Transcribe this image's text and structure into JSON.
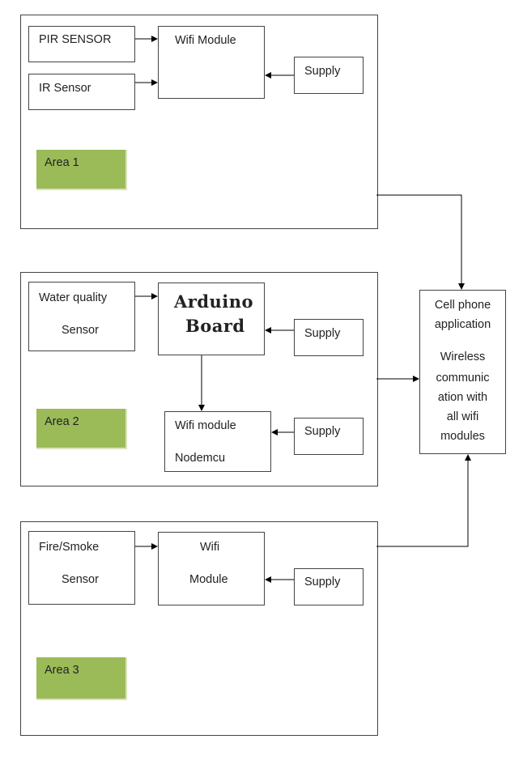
{
  "area1": {
    "label": "Area 1",
    "pir_sensor": "PIR SENSOR",
    "ir_sensor": "IR Sensor",
    "wifi_module": "Wifi Module",
    "supply": "Supply"
  },
  "area2": {
    "label": "Area 2",
    "sensor_line1": "Water quality",
    "sensor_line2": "Sensor",
    "board_line1": "Arduino",
    "board_line2": "Board",
    "supply_board": "Supply",
    "wifi_line1": "Wifi module",
    "wifi_line2": "Nodemcu",
    "supply_wifi": "Supply"
  },
  "area3": {
    "label": "Area 3",
    "sensor_line1": "Fire/Smoke",
    "sensor_line2": "Sensor",
    "wifi_line1": "Wifi",
    "wifi_line2": "Module",
    "supply": "Supply"
  },
  "phone": {
    "line1": "Cell phone",
    "line2": "application",
    "line3": "Wireless",
    "line4": "communic",
    "line5": "ation with",
    "line6": "all wifi",
    "line7": "modules"
  },
  "colors": {
    "area_label_bg": "#9bbb59",
    "line": "#000000"
  }
}
